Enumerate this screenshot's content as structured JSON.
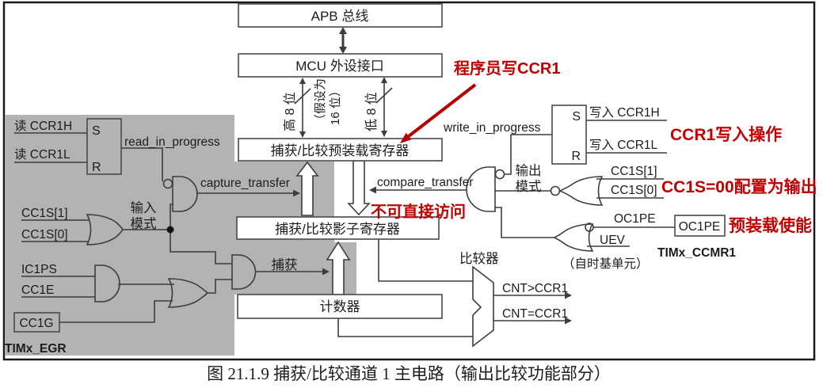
{
  "caption": "图 21.1.9 捕获/比较通道 1 主电路（输出比较功能部分）",
  "colors": {
    "gray_region": "#b3b3b3",
    "line": "#3d3d3d",
    "annotation_red": "#c00000"
  },
  "top": {
    "apb_bus": "APB 总线",
    "mcu_interface": "MCU 外设接口",
    "bus_high": "高 8 位",
    "bus_assumed_line1": "（假设为",
    "bus_assumed_line2": "16 位）",
    "bus_low": "低 8 位"
  },
  "registers": {
    "preload": "捕获/比较预装载寄存器",
    "shadow": "捕获/比较影子寄存器",
    "counter": "计数器"
  },
  "left": {
    "read_ccr1h": "读 CCR1H",
    "read_ccr1l": "读 CCR1L",
    "srff_s": "S",
    "srff_r": "R",
    "read_in_progress": "read_in_progress",
    "capture_transfer": "capture_transfer",
    "cc1s1": "CC1S[1]",
    "cc1s0": "CC1S[0]",
    "input_mode_line1": "输入",
    "input_mode_line2": "模式",
    "ic1ps": "IC1PS",
    "cc1e": "CC1E",
    "capture": "捕获",
    "cc1g": "CC1G",
    "timx_egr": "TIMx_EGR"
  },
  "right": {
    "write_in_progress": "write_in_progress",
    "srff_s": "S",
    "srff_r": "R",
    "write_ccr1h": "写入 CCR1H",
    "write_ccr1l": "写入 CCR1L",
    "output_mode_line1": "输出",
    "output_mode_line2": "模式",
    "cc1s1": "CC1S[1]",
    "cc1s0": "CC1S[0]",
    "compare_transfer": "compare_transfer",
    "oc1pe_signal": "OC1PE",
    "uev": "UEV",
    "oc1pe_box": "OC1PE",
    "timx_ccmr1": "TIMx_CCMR1",
    "time_base_note": "（自时基单元）",
    "comparator": "比较器",
    "cnt_gt": "CNT>CCR1",
    "cnt_eq": "CNT=CCR1"
  },
  "annotations": {
    "programmer_write_ccr1": "程序员写CCR1",
    "ccr1_write_operation": "CCR1写入操作",
    "cc1s_output_config": "CC1S=00配置为输出",
    "no_direct_access": "不可直接访问",
    "preload_enable": "预装载使能"
  }
}
